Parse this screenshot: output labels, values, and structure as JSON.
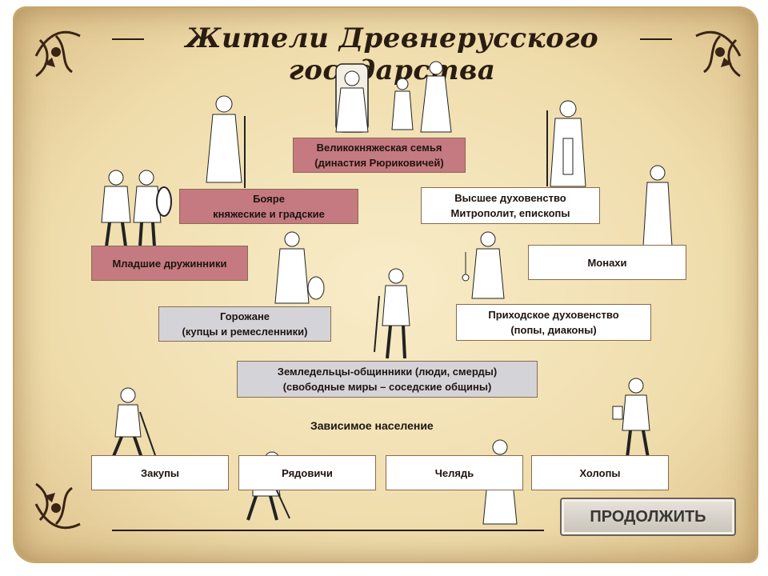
{
  "title": "Жители Древнерусского государства",
  "boxes": {
    "grand_family": [
      "Великокняжеская семья",
      "(династия Рюриковичей)"
    ],
    "boyars": [
      "Бояре",
      "княжеские и градские"
    ],
    "junior_guard": [
      "Младшие дружинники"
    ],
    "high_clergy": [
      "Высшее духовенство",
      "Митрополит, епископы"
    ],
    "monks": [
      "Монахи"
    ],
    "townspeople": [
      "Горожане",
      "(купцы и ремесленники)"
    ],
    "parish_clergy": [
      "Приходское духовенство",
      "(попы, диаконы)"
    ],
    "farmers": [
      "Земледельцы-общинники (люди, смерды)",
      "(свободные миры – соседские общины)"
    ],
    "dependent_label": "Зависимое население",
    "zakupy": [
      "Закупы"
    ],
    "ryadovichi": [
      "Рядовичи"
    ],
    "chelyad": [
      "Челядь"
    ],
    "kholopy": [
      "Холопы"
    ]
  },
  "continue_button": "ПРОДОЛЖИТЬ",
  "colors": {
    "noble": "#c47a80",
    "clergy": "#ffffff",
    "free": "#d4d4d8",
    "parchment": "#efdcab",
    "ink": "#2a1c10"
  },
  "figures": [
    "prince-figure",
    "boyar-figure",
    "warriors-figure",
    "bishop-figure",
    "monk-figure",
    "merchant-figure",
    "priest-figure",
    "peasant-figure",
    "zakup-figure",
    "ryadovich-figure",
    "chelyad-figure",
    "kholop-figure"
  ]
}
